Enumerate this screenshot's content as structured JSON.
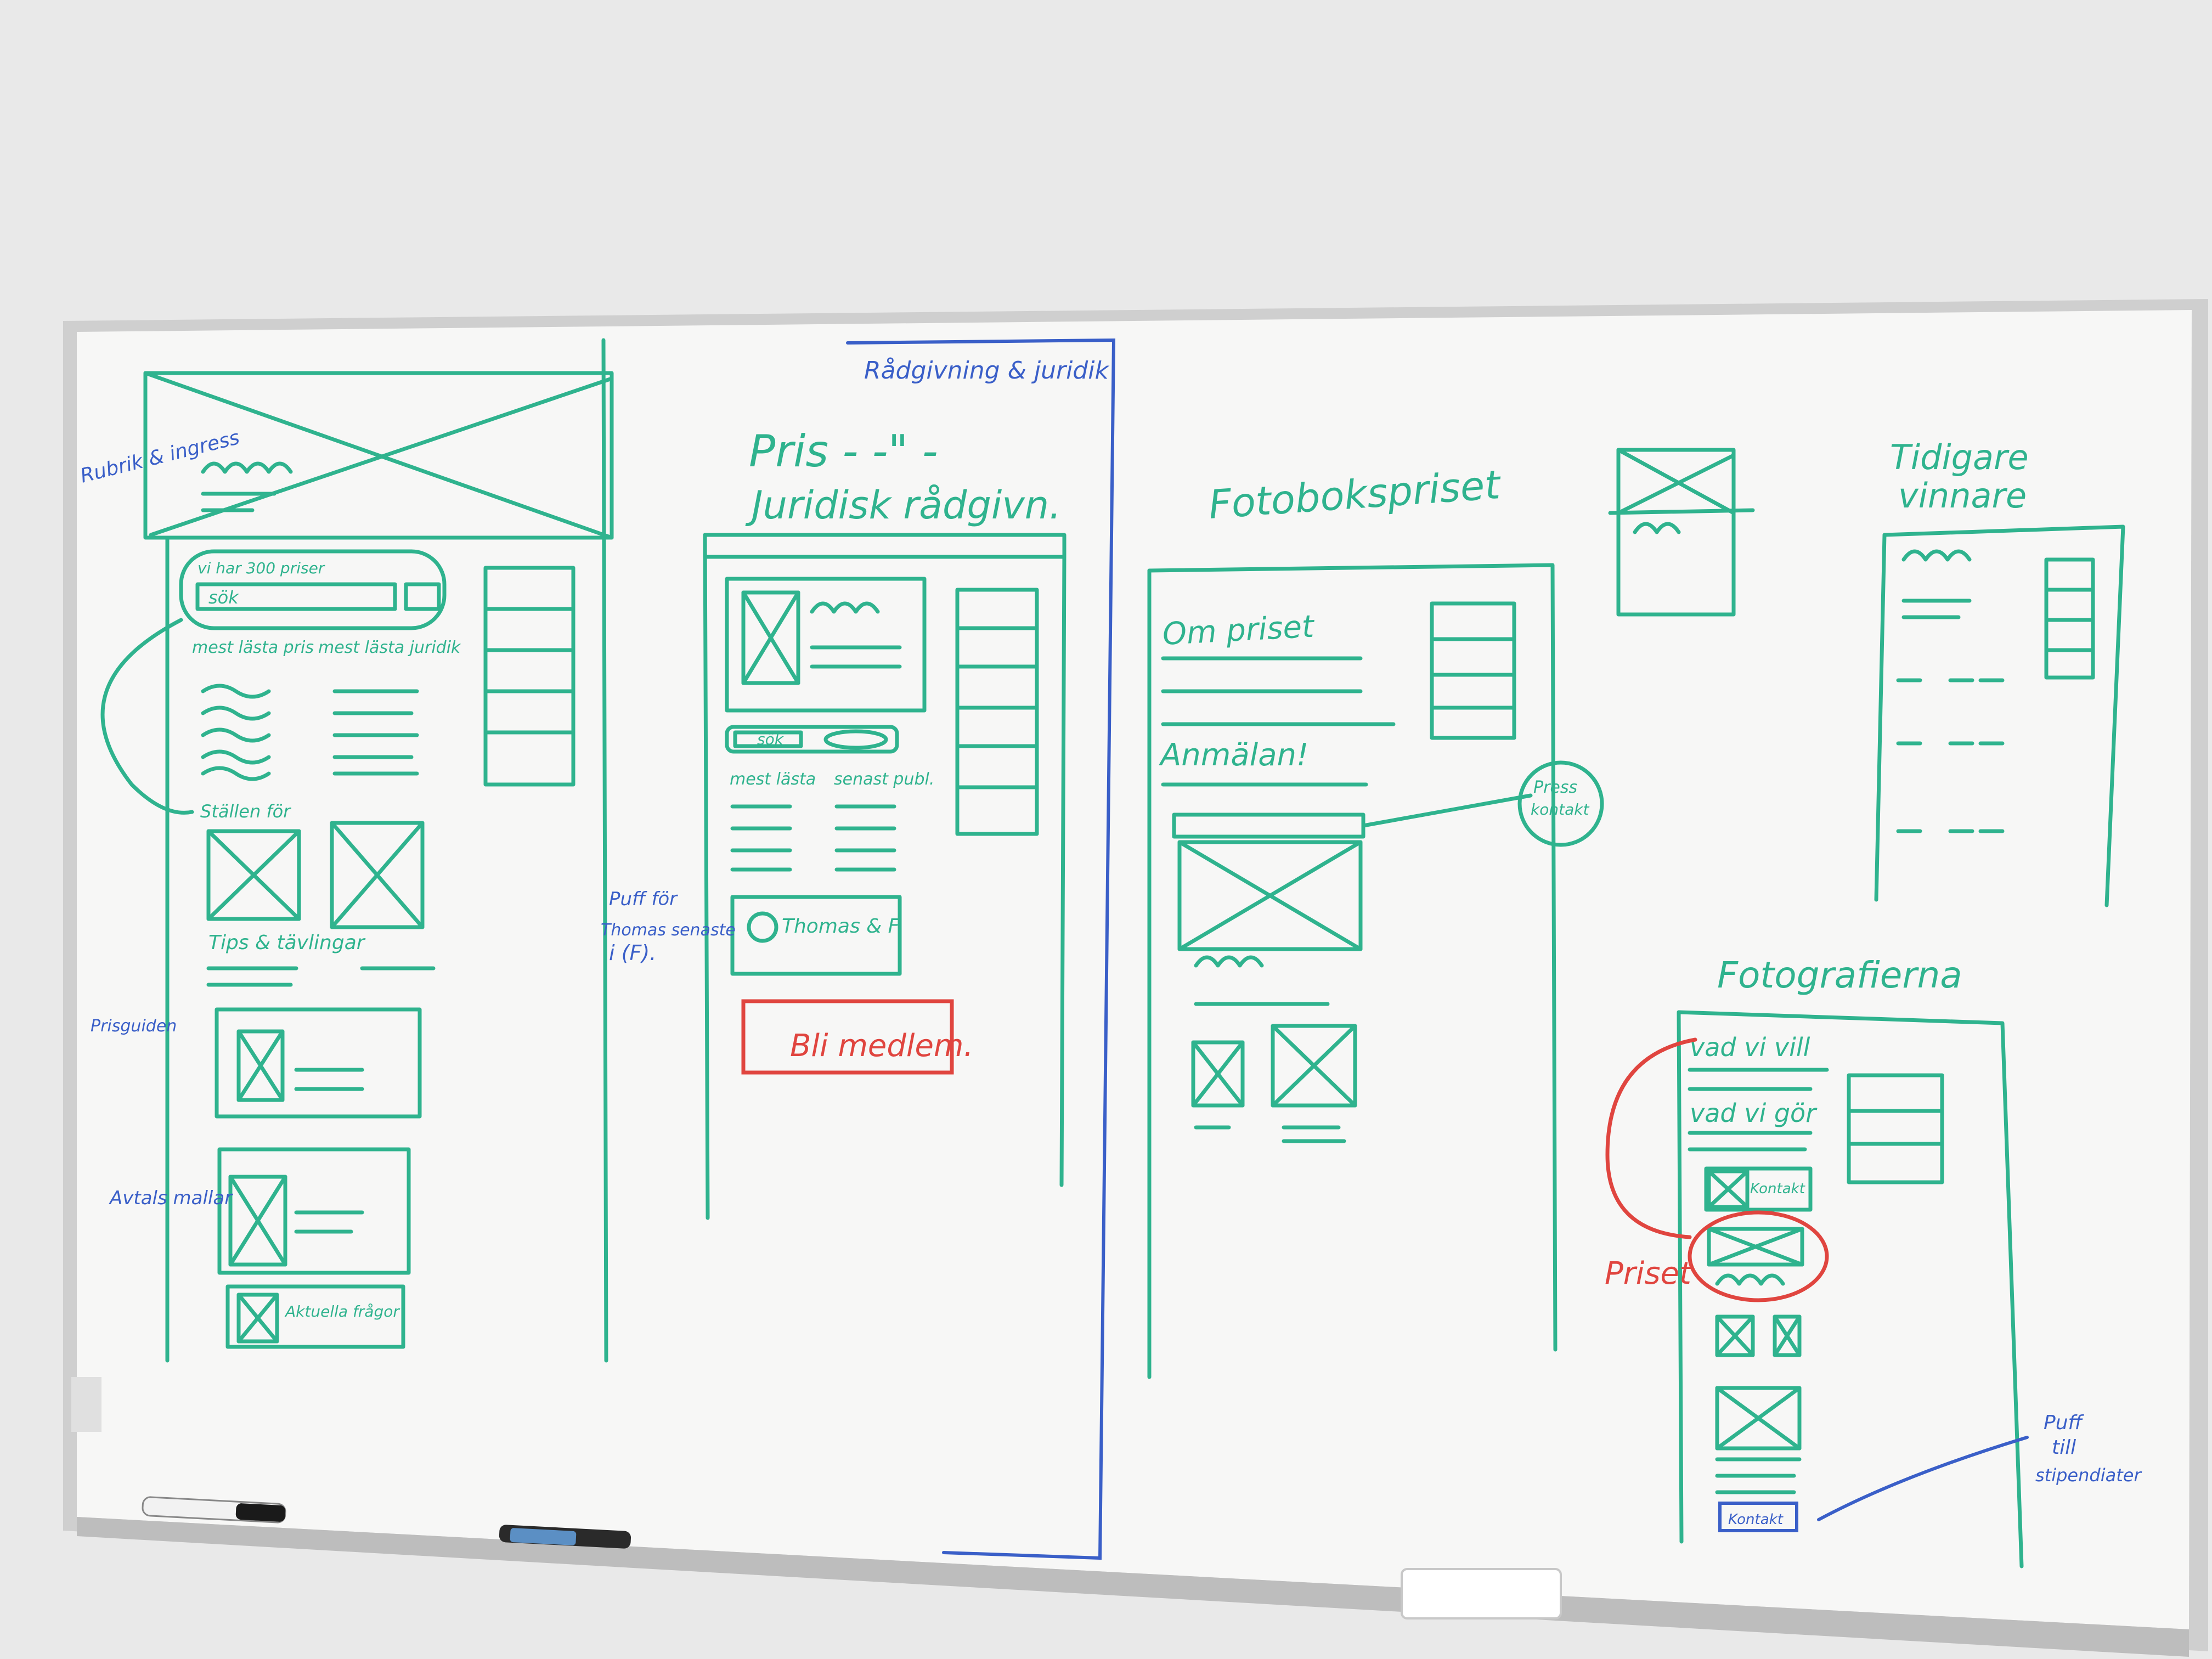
{
  "whiteboard": {
    "labels": {
      "radgivning": "Rådgivning & juridik",
      "pris_title": "Pris - -\" -",
      "jurist_title": "Juridisk rådgivn.",
      "fotobok_title": "Fotobokspriset",
      "tidigare_title": "Tidigare",
      "vinnare_title": "vinnare",
      "fotografer_title": "Fotografierna",
      "rubrik": "Rubrik & ingress",
      "vi_har": "vi har 300 priser",
      "sok": "sök",
      "mest_lasta_pris": "mest lästa pris",
      "mest_lasta_juridik": "mest lästa juridik",
      "stallen": "Ställen för",
      "tips": "Tips & tävlingar",
      "prisguiden": "Prisguiden",
      "avtals": "Avtals mallar",
      "aktuella": "Aktuella frågor",
      "sok2": "sök",
      "mest_lasta": "mest lästa",
      "senast_pub": "senast publ.",
      "thomas": "Thomas & F",
      "puff_for": "Puff för",
      "thomas_senaste": "Thomas senaste",
      "if": "i (F).",
      "bli_medlem": "Bli medlem.",
      "om_priset": "Om priset",
      "anmalan": "Anmälan!",
      "press": "Press",
      "kontakt": "kontakt",
      "vad_vi_vill": "vad vi vill",
      "vad_vi_gor": "vad vi gör",
      "kontakt2": "Kontakt",
      "priset": "Priset",
      "puff": "Puff",
      "till": "till",
      "stipendiater": "stipendiater",
      "kontakt3": "Kontakt"
    }
  }
}
